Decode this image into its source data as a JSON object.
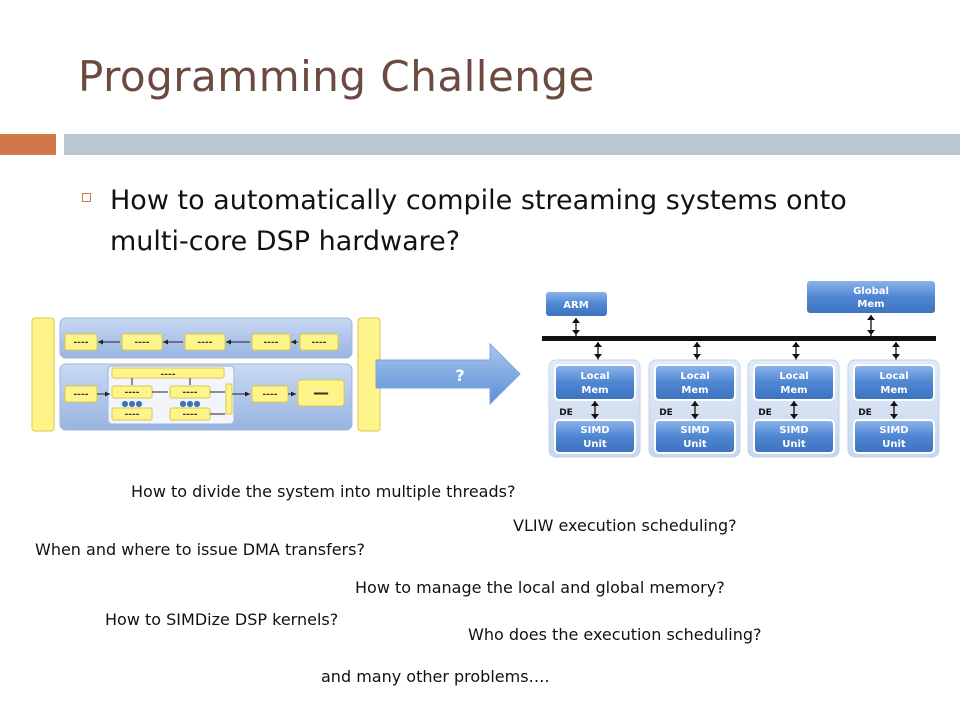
{
  "slide": {
    "title": "Programming Challenge",
    "bullet": "How to automatically compile streaming systems onto multi-core DSP hardware?"
  },
  "colors": {
    "title": "#6b4a3f",
    "accent_orange": "#d0784a",
    "accent_blue": "#b8c8d3",
    "diagram_blue": "#5b8fd6",
    "diagram_yellow": "#fff48a"
  },
  "stream_graph": {
    "node_label": "----",
    "sink_label": "—",
    "dots": "●●●"
  },
  "arrow_label": "?",
  "hardware": {
    "arm": "ARM",
    "global_mem": [
      "Global",
      "Mem"
    ],
    "local_mem": [
      "Local",
      "Mem"
    ],
    "simd_unit": [
      "SIMD",
      "Unit"
    ],
    "de": "DE"
  },
  "questions": [
    "How to divide the system into multiple threads?",
    "VLIW execution scheduling?",
    "When and where to issue DMA transfers?",
    "How to manage the local and global memory?",
    "How to SIMDize DSP kernels?",
    "Who does the execution scheduling?",
    "and many other problems…."
  ]
}
